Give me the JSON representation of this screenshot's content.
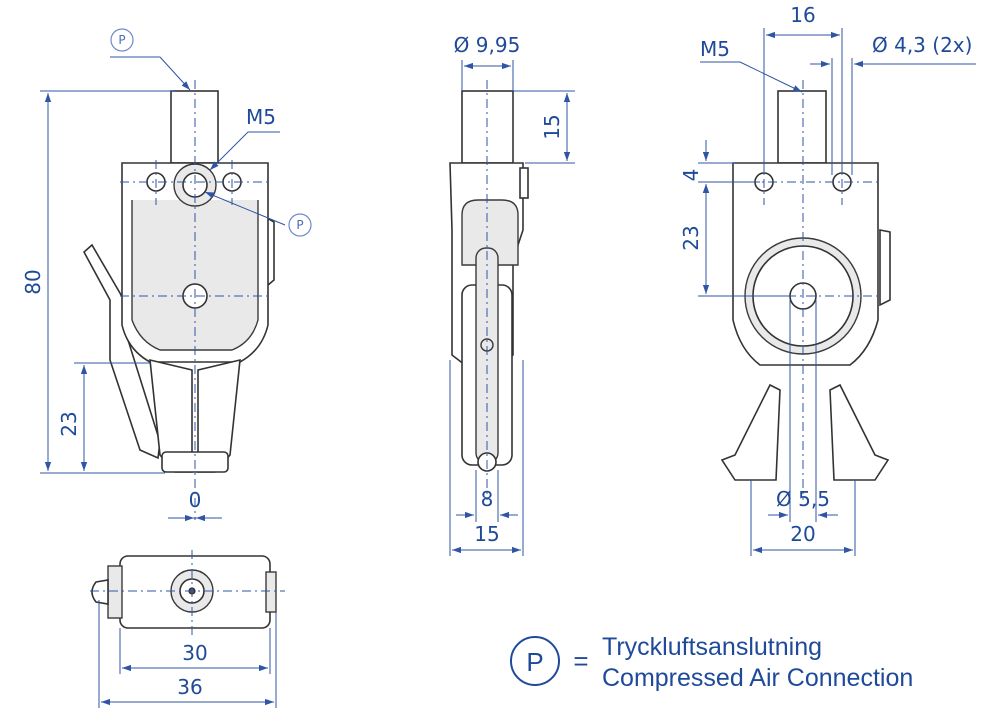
{
  "views": {
    "front": {
      "dim_overall_height": "80",
      "dim_jaw_length": "23",
      "dim_jaw_gap": "0",
      "thread_label": "M5",
      "port_tag_top": "P",
      "port_tag_side": "P"
    },
    "side": {
      "dim_stem_diameter": "Ø 9,95",
      "dim_stem_height": "15",
      "dim_tip_width": "8",
      "dim_body_width": "15"
    },
    "rear": {
      "dim_hole_spacing": "16",
      "thread_label": "M5",
      "dim_hole_diameter": "Ø 4,3 (2x)",
      "dim_hole_offset": "4",
      "dim_center_height": "23",
      "dim_pivot_diameter": "Ø 5,5",
      "dim_jaw_width": "20"
    },
    "bottom": {
      "dim_inner_width": "30",
      "dim_outer_width": "36"
    }
  },
  "legend": {
    "symbol": "P",
    "equals": "=",
    "line1": "Tryckluftsanslutning",
    "line2": "Compressed Air Connection"
  },
  "colors": {
    "dimension_blue": "#1f4a9a",
    "outline": "#333333"
  }
}
